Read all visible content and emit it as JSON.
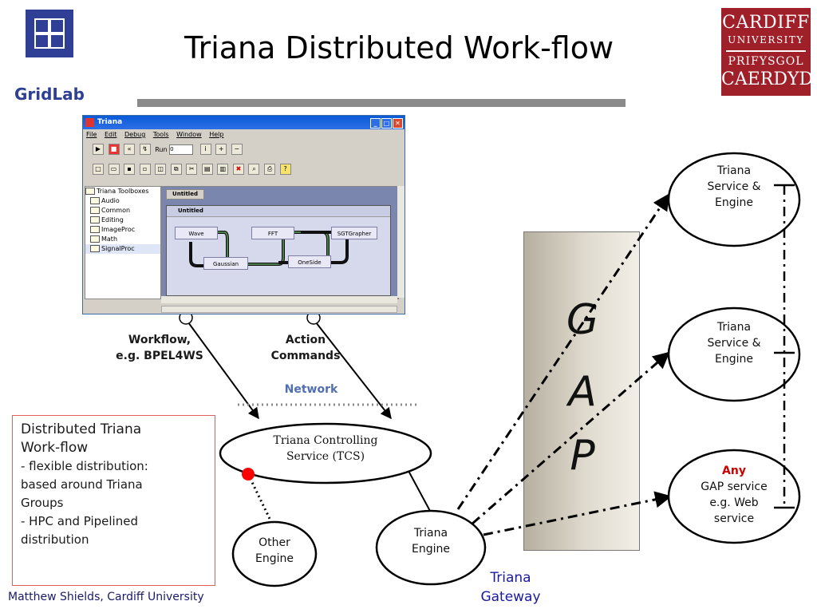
{
  "slide": {
    "title": "Triana Distributed Work-flow",
    "footer": "Matthew Shields, Cardiff University"
  },
  "logos": {
    "gridlab": "GridLab",
    "cardiff_line1": "CARDIFF",
    "cardiff_line2": "UNIVERSITY",
    "cardiff_line3": "PRIFYSGOL",
    "cardiff_line4": "CAERDYD"
  },
  "app_window": {
    "title": "Triana",
    "menu": [
      "File",
      "Edit",
      "Debug",
      "Tools",
      "Window",
      "Help"
    ],
    "run_label": "Run",
    "run_value": "0",
    "toolbox_tree": [
      "Triana Toolboxes",
      "Audio",
      "Common",
      "Editing",
      "ImageProc",
      "Math",
      "SignalProc"
    ],
    "tab_label": "Untitled",
    "workspace_title": "Untitled",
    "units": [
      "Wave",
      "FFT",
      "SGTGrapher",
      "Gaussian",
      "OneSide"
    ]
  },
  "labels": {
    "workflow_line1": "Workflow,",
    "workflow_line2": "e.g. BPEL4WS",
    "action_line1": "Action",
    "action_line2": "Commands",
    "network": "Network",
    "tcs_line1": "Triana Controlling",
    "tcs_line2": "Service (TCS)",
    "other_engine_line1": "Other",
    "other_engine_line2": "Engine",
    "triana_engine_line1": "Triana",
    "triana_engine_line2": "Engine",
    "gateway_line1": "Triana",
    "gateway_line2": "Gateway",
    "gap_letters": [
      "G",
      "A",
      "P"
    ]
  },
  "services": [
    {
      "line1": "Triana",
      "line2": "Service &",
      "line3": "Engine"
    },
    {
      "line1": "Triana",
      "line2": "Service &",
      "line3": "Engine"
    },
    {
      "line1": "Any",
      "line2": "GAP service",
      "line3": "e.g. Web",
      "line4": "service"
    }
  ],
  "callout": {
    "heading_line1": "Distributed Triana",
    "heading_line2": "Work-flow",
    "bullet1_line1": "- flexible distribution:",
    "bullet1_line2": "based around Triana",
    "bullet1_line3": "Groups",
    "bullet2_line1": "- HPC and Pipelined",
    "bullet2_line2": "distribution"
  },
  "colors": {
    "accent_red": "#a0202a",
    "gridlab_blue": "#2e3f95",
    "any_red": "#cc0000",
    "network_blue": "#4f6fb0"
  }
}
